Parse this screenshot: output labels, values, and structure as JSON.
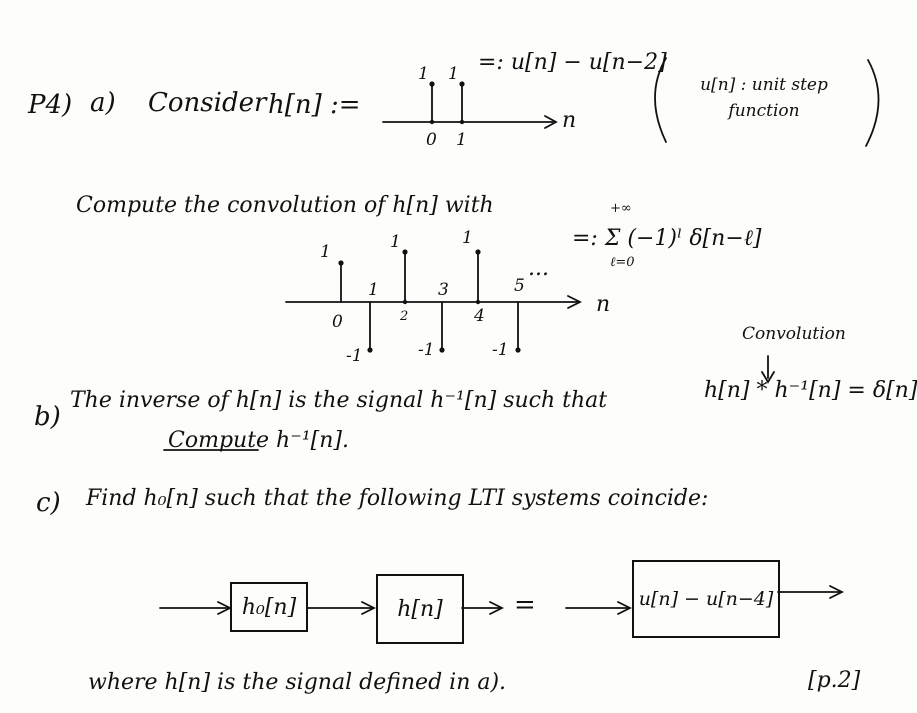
{
  "p4": {
    "label": "P4)",
    "a": {
      "label": "a)",
      "consider": "Consider",
      "h_def": "h[n] :=",
      "stem_val_0": "1",
      "stem_val_1": "1",
      "axis_0": "0",
      "axis_1": "1",
      "axis_n": "n",
      "def_eq": "=: u[n] − u[n−2]",
      "note": "u[n] : unit step function",
      "compute": "Compute the convolution of h[n] with",
      "alt_vals": [
        "1",
        "1",
        "1",
        "-1",
        "-1",
        "-1"
      ],
      "alt_axis": [
        "0",
        "1",
        "2",
        "3",
        "4",
        "5"
      ],
      "alt_n": "n",
      "dots": "...",
      "sum_def": "=: Σ (−1)ˡ δ[n−ℓ]",
      "sum_top": "+∞",
      "sum_bottom": "ℓ=0",
      "convolution": "Convolution",
      "conv_eq": "h[n] * h⁻¹[n] = δ[n]"
    },
    "b": {
      "label": "b)",
      "line1": "The inverse of h[n] is the signal h⁻¹[n] such that",
      "line2": "Compute h⁻¹[n]."
    },
    "c": {
      "label": "c)",
      "line1": "Find h₀[n] such that the following LTI systems coincide:",
      "box1": "h₀[n]",
      "box2": "h[n]",
      "box3": "u[n] − u[n−4]",
      "equals": "=",
      "where": "where h[n] is the signal defined in a).",
      "page": "[p.2]"
    }
  }
}
